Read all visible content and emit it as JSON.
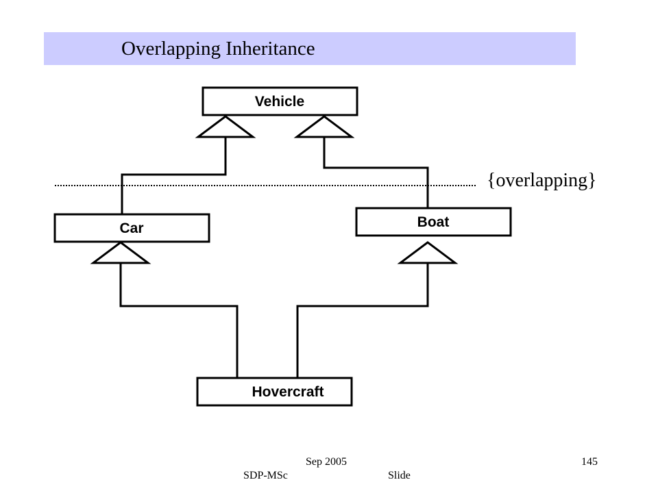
{
  "slide": {
    "title": "Overlapping Inheritance",
    "footer": {
      "date": "Sep 2005",
      "course": "SDP-MSc",
      "slide_label": "Slide",
      "slide_number": "145"
    }
  },
  "diagram": {
    "classes": {
      "vehicle": "Vehicle",
      "car": "Car",
      "boat": "Boat",
      "hovercraft": "Hovercraft"
    },
    "constraint": "{overlapping}"
  }
}
